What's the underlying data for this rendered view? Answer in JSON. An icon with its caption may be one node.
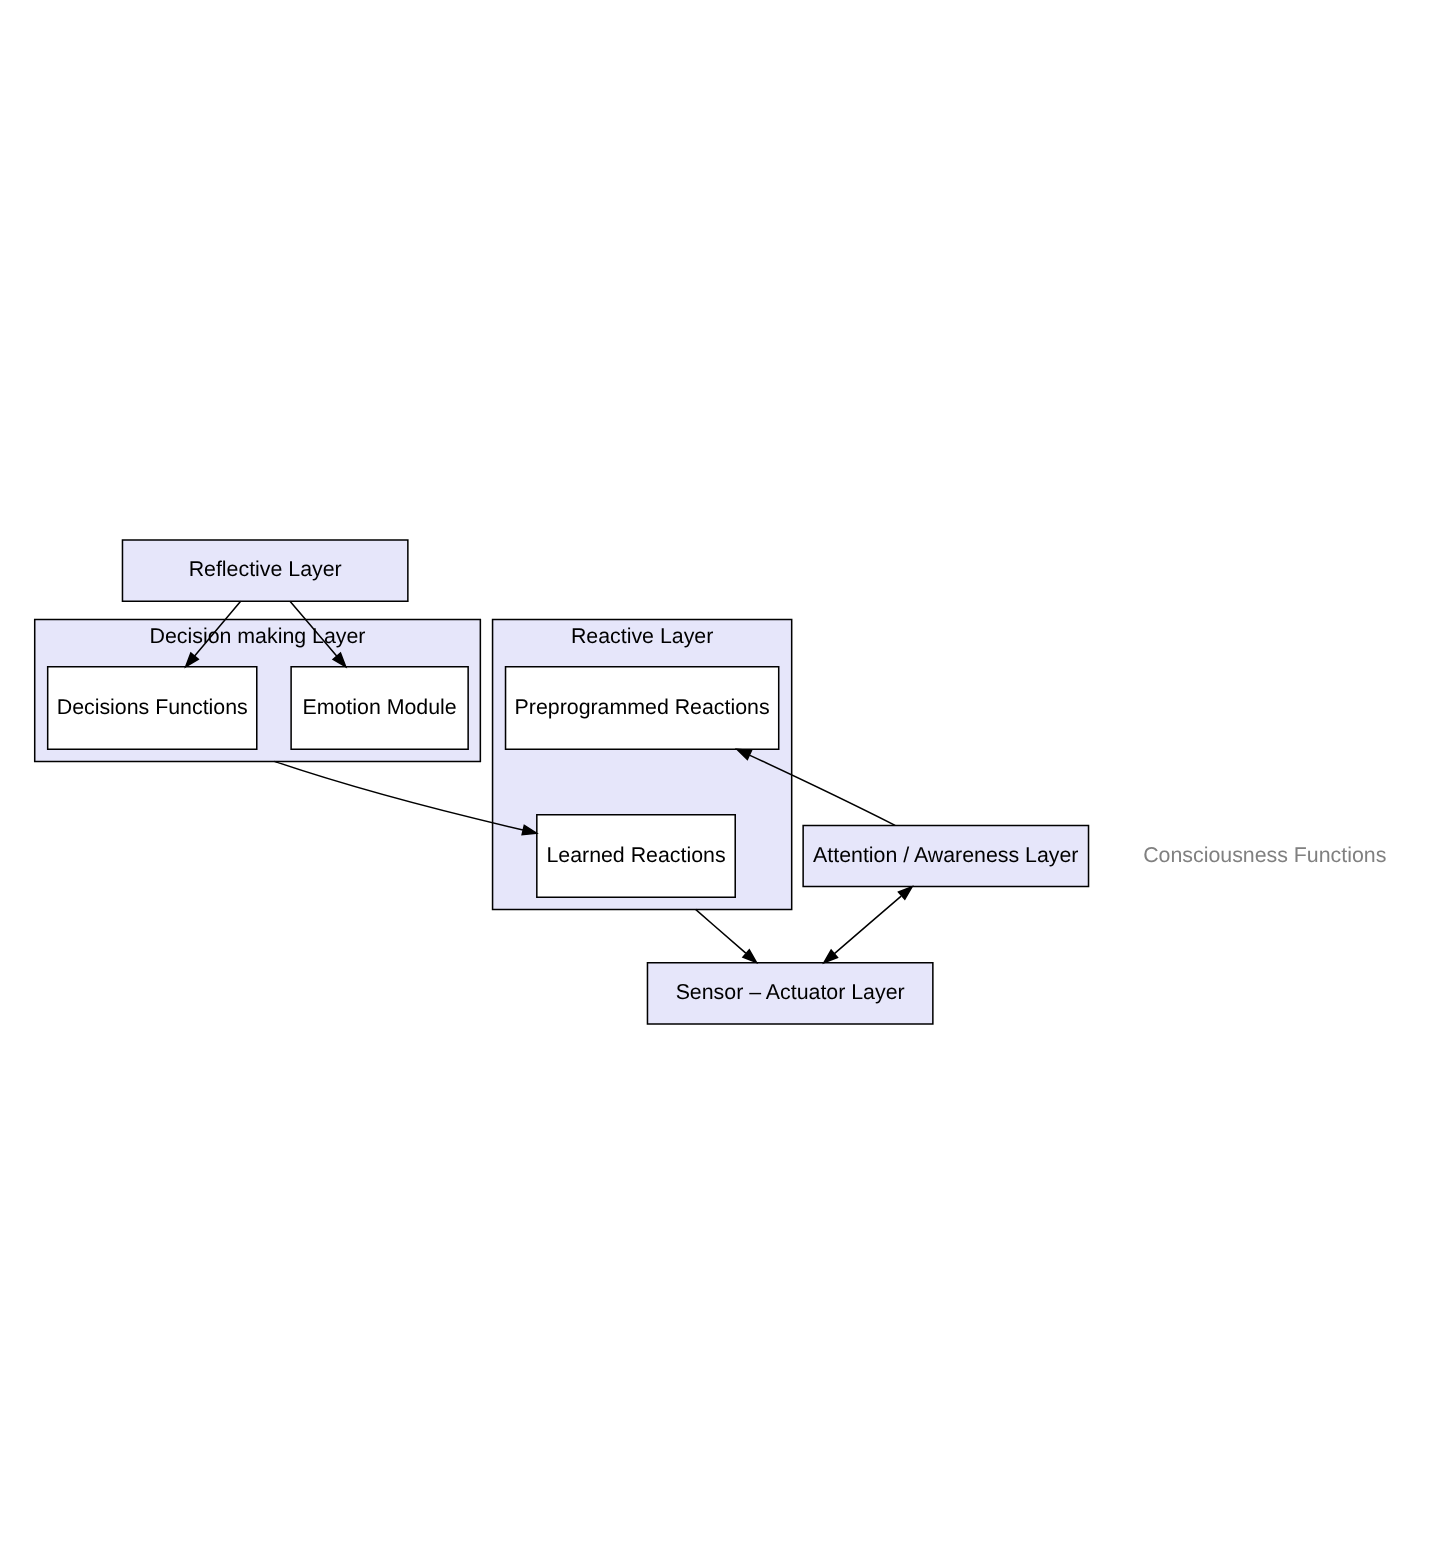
{
  "diagram": {
    "nodes": [
      {
        "text": [
          "Reflective Layer"
        ]
      },
      {
        "text": [
          "Decision making Layer"
        ]
      },
      {
        "text": [
          "Emotion Module"
        ],
        "in": 1
      },
      {
        "text": [
          "Decisions Functions"
        ],
        "in": 1
      },
      {
        "text": [
          "Reactive Layer"
        ]
      },
      {
        "text": [
          "Preprogrammed Reactions"
        ],
        "in": 4
      },
      {
        "text": [
          "Learned Reactions"
        ],
        "in": 4
      },
      {
        "text": [
          "Attention / Awareness Layer"
        ]
      },
      {
        "text": [
          "Sensor – Actuator Layer"
        ]
      }
    ],
    "edges": [
      {
        "from": 0,
        "to": 2,
        "arrow": "to"
      },
      {
        "from": 0,
        "to": 3,
        "arrow": "to"
      },
      {
        "from": 1,
        "to": 6,
        "arrow": "to"
      },
      {
        "from": 4,
        "to": 8,
        "arrow": "to"
      },
      {
        "from": 7,
        "to": 5,
        "arrow": "to"
      },
      {
        "from": 7,
        "to": 8,
        "arrow": "both"
      }
    ],
    "labels": [
      "Consciousness Functions"
    ]
  }
}
